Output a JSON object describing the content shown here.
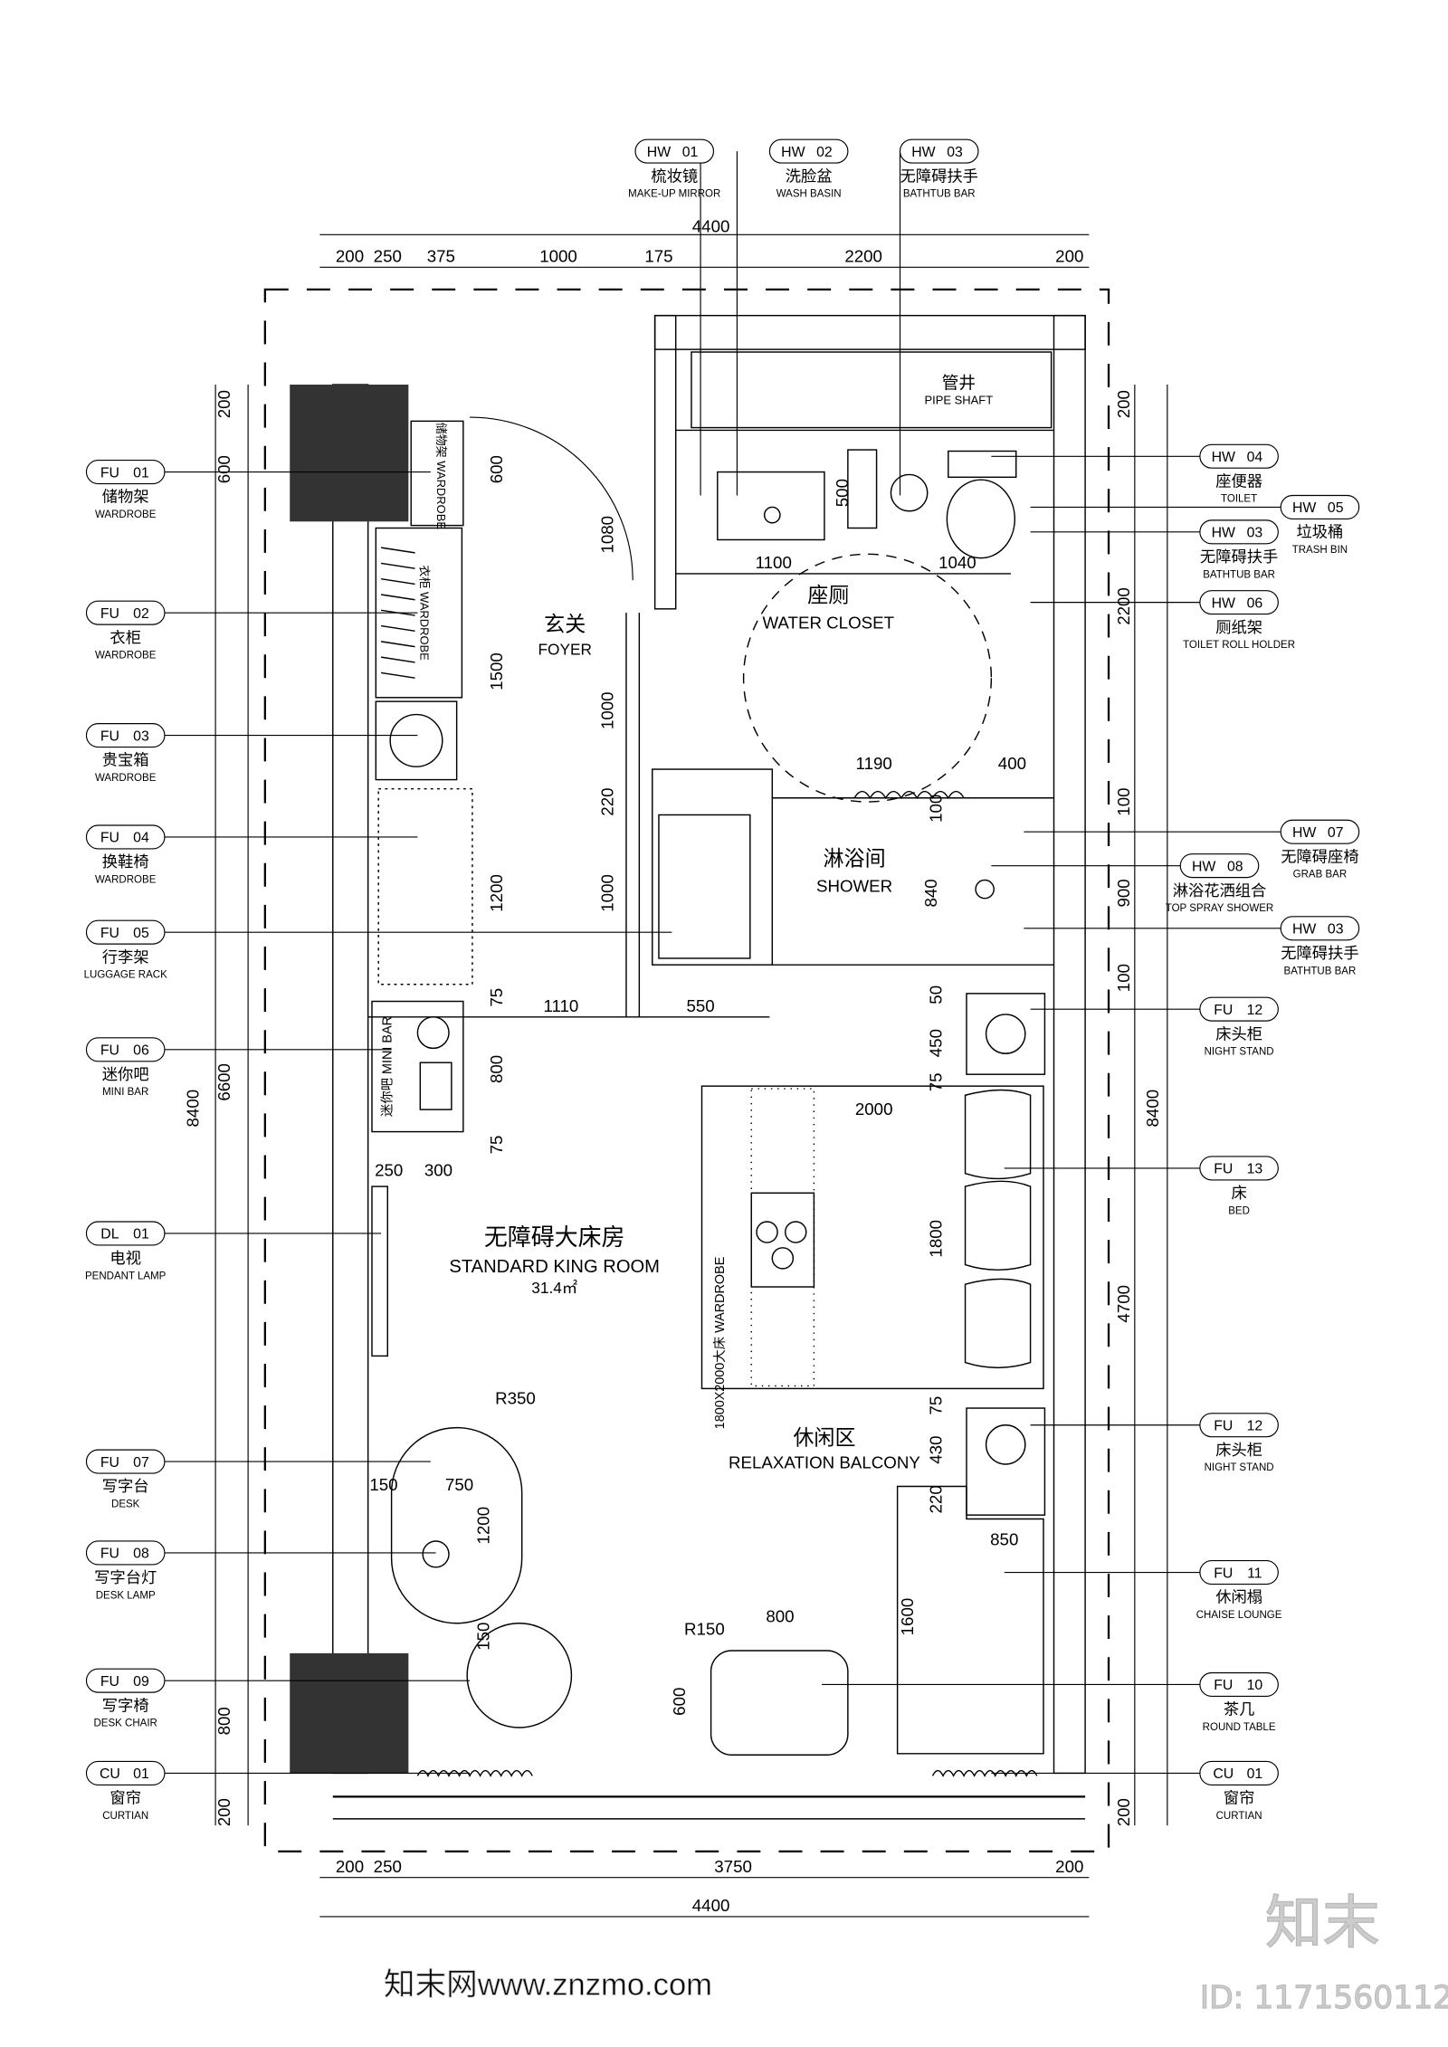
{
  "top_tags": [
    {
      "code": "HW",
      "num": "01",
      "cn": "梳妆镜",
      "en": "MAKE-UP MIRROR"
    },
    {
      "code": "HW",
      "num": "02",
      "cn": "洗脸盆",
      "en": "WASH BASIN"
    },
    {
      "code": "HW",
      "num": "03",
      "cn": "无障碍扶手",
      "en": "BATHTUB BAR"
    }
  ],
  "left_tags": [
    {
      "code": "FU",
      "num": "01",
      "cn": "储物架",
      "en": "WARDROBE"
    },
    {
      "code": "FU",
      "num": "02",
      "cn": "衣柜",
      "en": "WARDROBE"
    },
    {
      "code": "FU",
      "num": "03",
      "cn": "贵宝箱",
      "en": "WARDROBE"
    },
    {
      "code": "FU",
      "num": "04",
      "cn": "换鞋椅",
      "en": "WARDROBE"
    },
    {
      "code": "FU",
      "num": "05",
      "cn": "行李架",
      "en": "LUGGAGE RACK"
    },
    {
      "code": "FU",
      "num": "06",
      "cn": "迷你吧",
      "en": "MINI BAR"
    },
    {
      "code": "DL",
      "num": "01",
      "cn": "电视",
      "en": "PENDANT LAMP"
    },
    {
      "code": "FU",
      "num": "07",
      "cn": "写字台",
      "en": "DESK"
    },
    {
      "code": "FU",
      "num": "08",
      "cn": "写字台灯",
      "en": "DESK LAMP"
    },
    {
      "code": "FU",
      "num": "09",
      "cn": "写字椅",
      "en": "DESK CHAIR"
    },
    {
      "code": "CU",
      "num": "01",
      "cn": "窗帘",
      "en": "CURTIAN"
    }
  ],
  "right_tags": [
    {
      "code": "HW",
      "num": "04",
      "cn": "座便器",
      "en": "TOILET"
    },
    {
      "code": "HW",
      "num": "05",
      "cn": "垃圾桶",
      "en": "TRASH BIN"
    },
    {
      "code": "HW",
      "num": "03",
      "cn": "无障碍扶手",
      "en": "BATHTUB BAR"
    },
    {
      "code": "HW",
      "num": "06",
      "cn": "厕纸架",
      "en": "TOILET ROLL HOLDER"
    },
    {
      "code": "HW",
      "num": "07",
      "cn": "无障碍座椅",
      "en": "GRAB BAR"
    },
    {
      "code": "HW",
      "num": "08",
      "cn": "淋浴花洒组合",
      "en": "TOP SPRAY SHOWER"
    },
    {
      "code": "HW",
      "num": "03",
      "cn": "无障碍扶手",
      "en": "BATHTUB BAR"
    },
    {
      "code": "FU",
      "num": "12",
      "cn": "床头柜",
      "en": "NIGHT STAND"
    },
    {
      "code": "FU",
      "num": "13",
      "cn": "床",
      "en": "BED"
    },
    {
      "code": "FU",
      "num": "12",
      "cn": "床头柜",
      "en": "NIGHT STAND"
    },
    {
      "code": "FU",
      "num": "11",
      "cn": "休闲榻",
      "en": "CHAISE LOUNGE"
    },
    {
      "code": "FU",
      "num": "10",
      "cn": "茶几",
      "en": "ROUND TABLE"
    },
    {
      "code": "CU",
      "num": "01",
      "cn": "窗帘",
      "en": "CURTIAN"
    }
  ],
  "dimensions": {
    "top_total": "4400",
    "top": [
      "200",
      "250",
      "375",
      "1000",
      "175",
      "2200",
      "200"
    ],
    "bottom": [
      "200",
      "250",
      "3750",
      "200"
    ],
    "bottom_total": "4400",
    "left": [
      "200",
      "600",
      "6600",
      "8400",
      "800",
      "200"
    ],
    "right": [
      "200",
      "2200",
      "100",
      "900",
      "100",
      "4700",
      "8400",
      "200"
    ],
    "interior": [
      "600",
      "1080",
      "1500",
      "1000",
      "220",
      "1000",
      "1200",
      "75",
      "1110",
      "550",
      "800",
      "75",
      "250",
      "300",
      "500",
      "1100",
      "1040",
      "1190",
      "400",
      "100",
      "840",
      "50",
      "450",
      "75",
      "2000",
      "1800",
      "75",
      "430",
      "220",
      "850",
      "1600",
      "800",
      "600",
      "R150",
      "R350",
      "750",
      "150",
      "1200",
      "150"
    ]
  },
  "rooms": {
    "pipe_shaft": {
      "cn": "管井",
      "en": "PIPE SHAFT"
    },
    "foyer": {
      "cn": "玄关",
      "en": "FOYER"
    },
    "water_closet": {
      "cn": "座厕",
      "en": "WATER CLOSET"
    },
    "shower": {
      "cn": "淋浴间",
      "en": "SHOWER"
    },
    "king_room": {
      "cn": "无障碍大床房",
      "en": "STANDARD KING ROOM",
      "area": "31.4㎡"
    },
    "balcony": {
      "cn": "休闲区",
      "en": "RELAXATION BALCONY"
    }
  },
  "furniture_labels": {
    "storage": "储物架 WARDROBE",
    "wardrobe": "衣柜 WARDROBE",
    "minibar": "迷你吧 MINI BAR",
    "bed": "1800X2000大床 WARDROBE"
  },
  "watermark": {
    "logo": "知末",
    "id": "ID: 1171560112",
    "site": "知末网www.znzmo.com"
  },
  "colors": {
    "line": "#000000",
    "fill_dark": "#333333",
    "watermark": "#cccccc"
  }
}
